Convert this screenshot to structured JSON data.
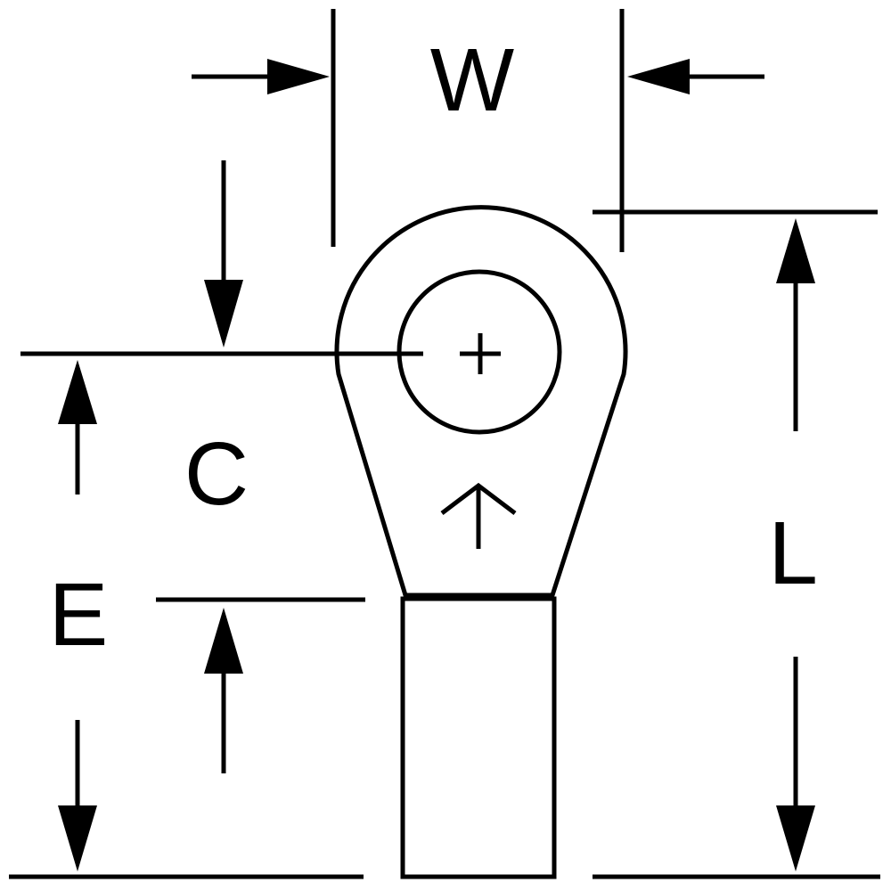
{
  "diagram": {
    "labels": {
      "width": "W",
      "center": "C",
      "edge": "E",
      "length": "L"
    },
    "colors": {
      "line": "#000000",
      "background": "#ffffff"
    }
  }
}
